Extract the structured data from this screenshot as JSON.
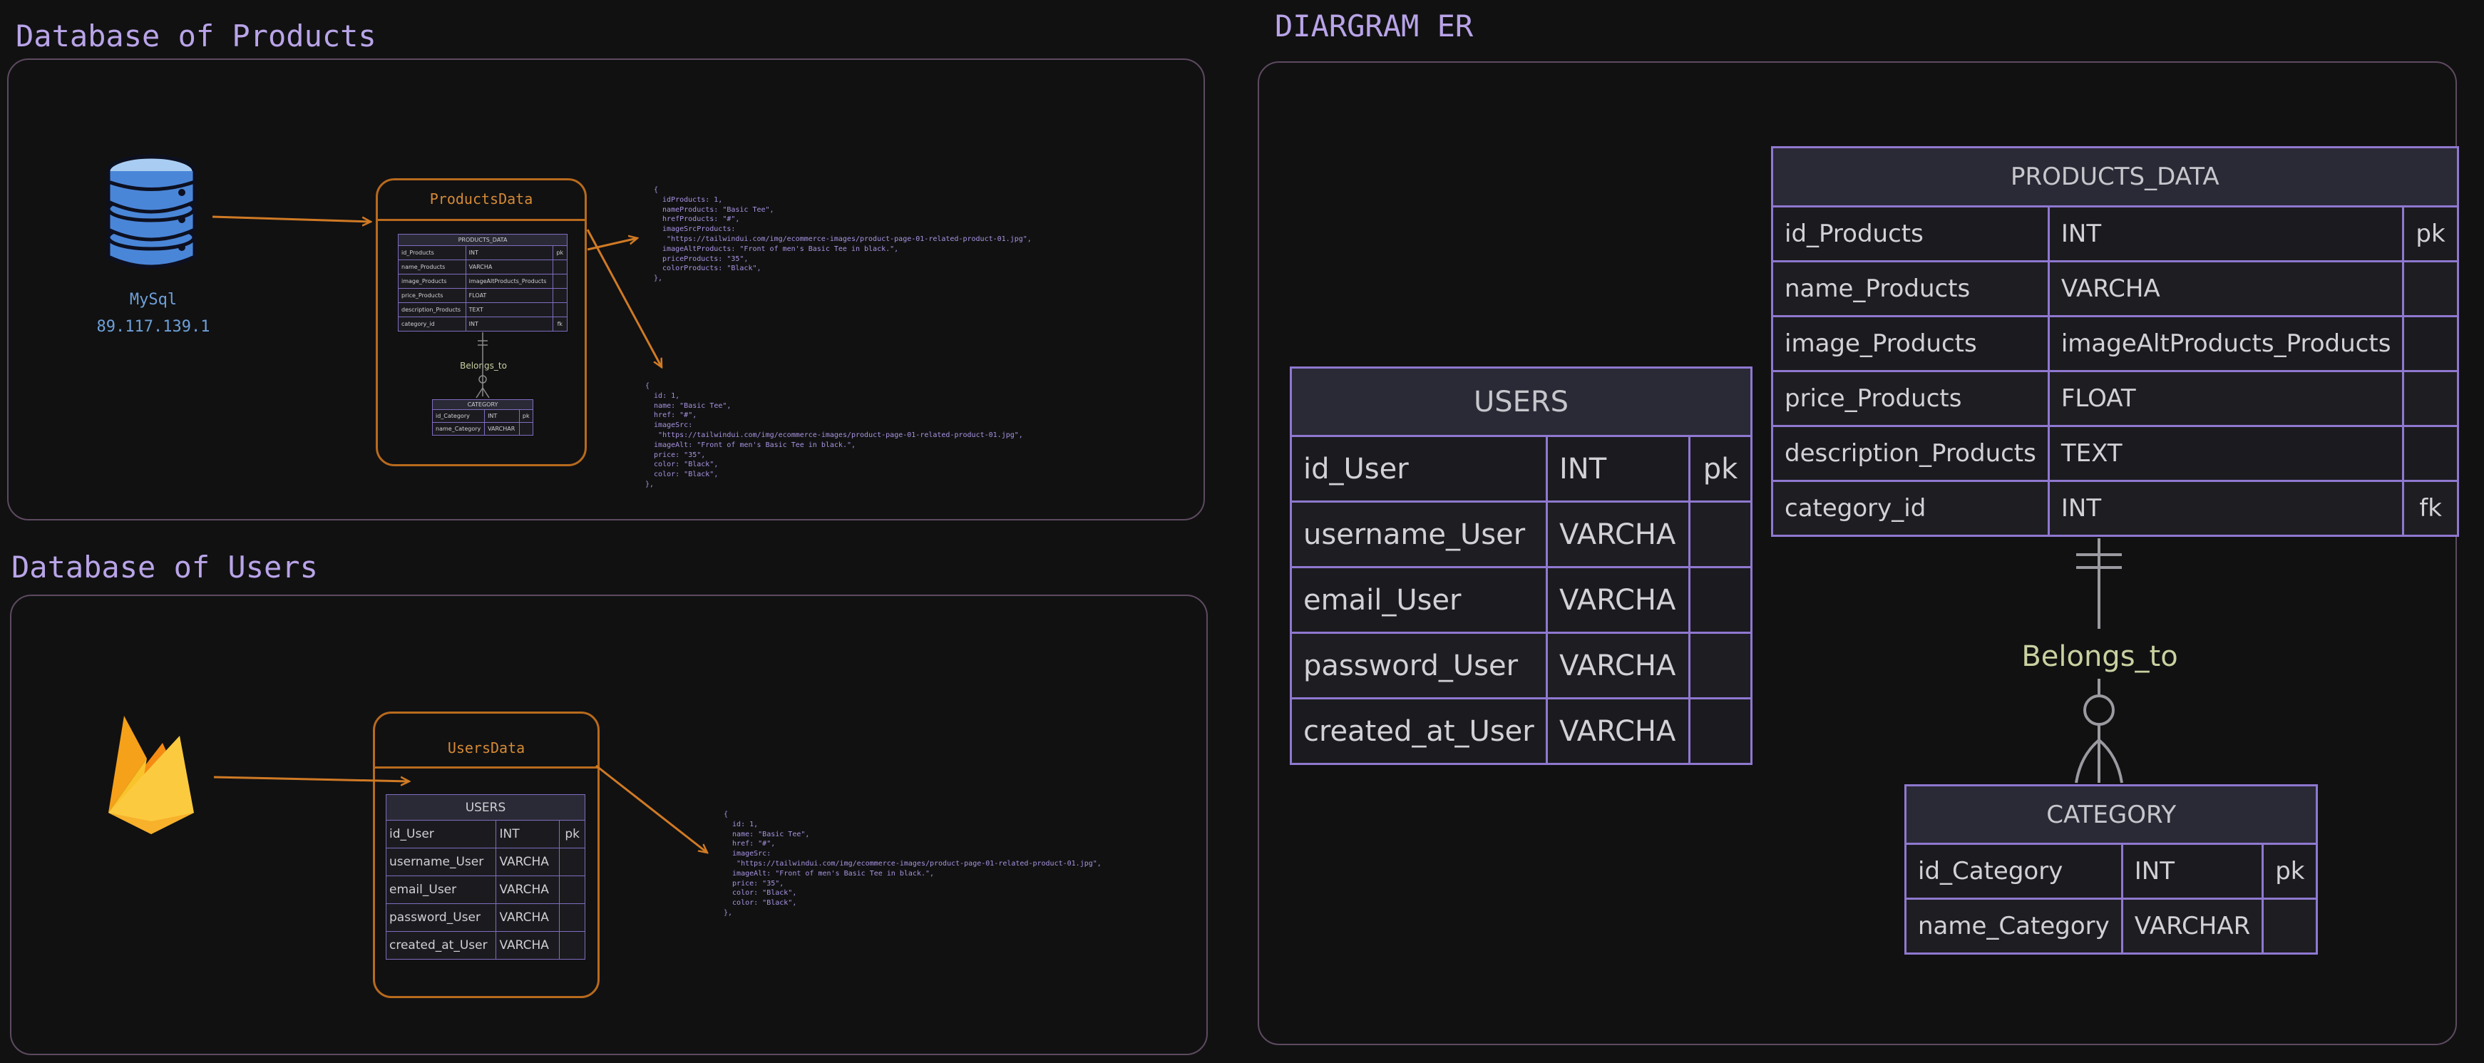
{
  "titles": {
    "products_db": "Database of Products",
    "users_db": "Database of Users",
    "er_diagram": "DIARGRAM ER"
  },
  "mysql": {
    "label": "MySql",
    "ip": "89.117.139.1",
    "icon": "database-icon"
  },
  "firebase": {
    "icon": "firebase-icon"
  },
  "products_card": {
    "title": "ProductsData"
  },
  "users_card": {
    "title": "UsersData"
  },
  "json_snippets": {
    "products_1": "{\n  idProducts: 1,\n  nameProducts: \"Basic Tee\",\n  hrefProducts: \"#\",\n  imageSrcProducts:\n   \"https://tailwindui.com/img/ecommerce-images/product-page-01-related-product-01.jpg\",\n  imageAltProducts: \"Front of men's Basic Tee in black.\",\n  priceProducts: \"35\",\n  colorProducts: \"Black\",\n},",
    "products_2": "{\n  id: 1,\n  name: \"Basic Tee\",\n  href: \"#\",\n  imageSrc:\n   \"https://tailwindui.com/img/ecommerce-images/product-page-01-related-product-01.jpg\",\n  imageAlt: \"Front of men's Basic Tee in black.\",\n  price: \"35\",\n  color: \"Black\",\n  color: \"Black\",\n},",
    "users_1": "{\n  id: 1,\n  name: \"Basic Tee\",\n  href: \"#\",\n  imageSrc:\n   \"https://tailwindui.com/img/ecommerce-images/product-page-01-related-product-01.jpg\",\n  imageAlt: \"Front of men's Basic Tee in black.\",\n  price: \"35\",\n  color: \"Black\",\n  color: \"Black\",\n},"
  },
  "tables": {
    "products_data": {
      "name": "PRODUCTS_DATA",
      "rows": [
        [
          "id_Products",
          "INT",
          "pk"
        ],
        [
          "name_Products",
          "VARCHA",
          ""
        ],
        [
          "image_Products",
          "imageAltProducts_Products",
          ""
        ],
        [
          "price_Products",
          "FLOAT",
          ""
        ],
        [
          "description_Products",
          "TEXT",
          ""
        ],
        [
          "category_id",
          "INT",
          "fk"
        ]
      ]
    },
    "users": {
      "name": "USERS",
      "rows": [
        [
          "id_User",
          "INT",
          "pk"
        ],
        [
          "username_User",
          "VARCHA",
          ""
        ],
        [
          "email_User",
          "VARCHA",
          ""
        ],
        [
          "password_User",
          "VARCHA",
          ""
        ],
        [
          "created_at_User",
          "VARCHA",
          ""
        ]
      ]
    },
    "category": {
      "name": "CATEGORY",
      "rows": [
        [
          "id_Category",
          "INT",
          "pk"
        ],
        [
          "name_Category",
          "VARCHAR",
          ""
        ]
      ]
    }
  },
  "relationship": {
    "label": "Belongs_to"
  },
  "colors": {
    "background": "#111112",
    "title": "#b9a4e8",
    "frame": "#5e4a60",
    "table_border": "#8f78d0",
    "card_border": "#b86a1c",
    "json_text": "#a894e0",
    "mysql_text": "#6ea0d8",
    "relation_label": "#c9d1a0"
  }
}
